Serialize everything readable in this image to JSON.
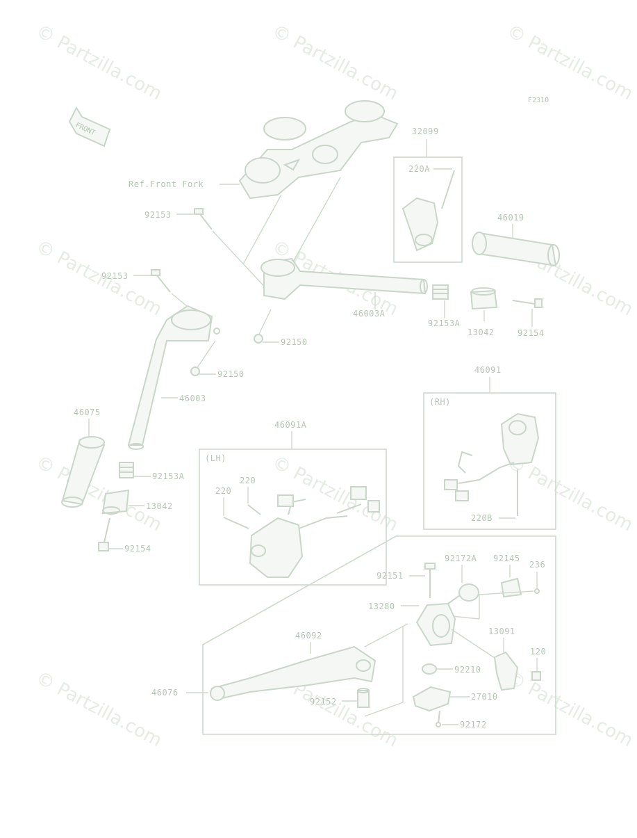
{
  "watermark": "© Partzilla.com",
  "figure_code": "F2310",
  "front_arrow": "FRONT",
  "labels": {
    "ref_front_fork": "Ref.Front Fork",
    "p32099": "32099",
    "p220A": "220A",
    "p46019": "46019",
    "p92153_a": "92153",
    "p92153_b": "92153",
    "p46003A": "46003A",
    "p92153A_r": "92153A",
    "p13042_r": "13042",
    "p92154_r": "92154",
    "p92150_a": "92150",
    "p92150_b": "92150",
    "p46003": "46003",
    "p46091": "46091",
    "rh": "(RH)",
    "p220B": "220B",
    "p46075": "46075",
    "p92153A_l": "92153A",
    "p13042_l": "13042",
    "p92154_l": "92154",
    "p46091A": "46091A",
    "lh": "(LH)",
    "p220_a": "220",
    "p220_b": "220",
    "p92172A": "92172A",
    "p92145": "92145",
    "p236": "236",
    "p92151": "92151",
    "p13280": "13280",
    "p13091": "13091",
    "p46092": "46092",
    "p120": "120",
    "p46076": "46076",
    "p92210": "92210",
    "p92152": "92152",
    "p27010": "27010",
    "p92172": "92172"
  }
}
